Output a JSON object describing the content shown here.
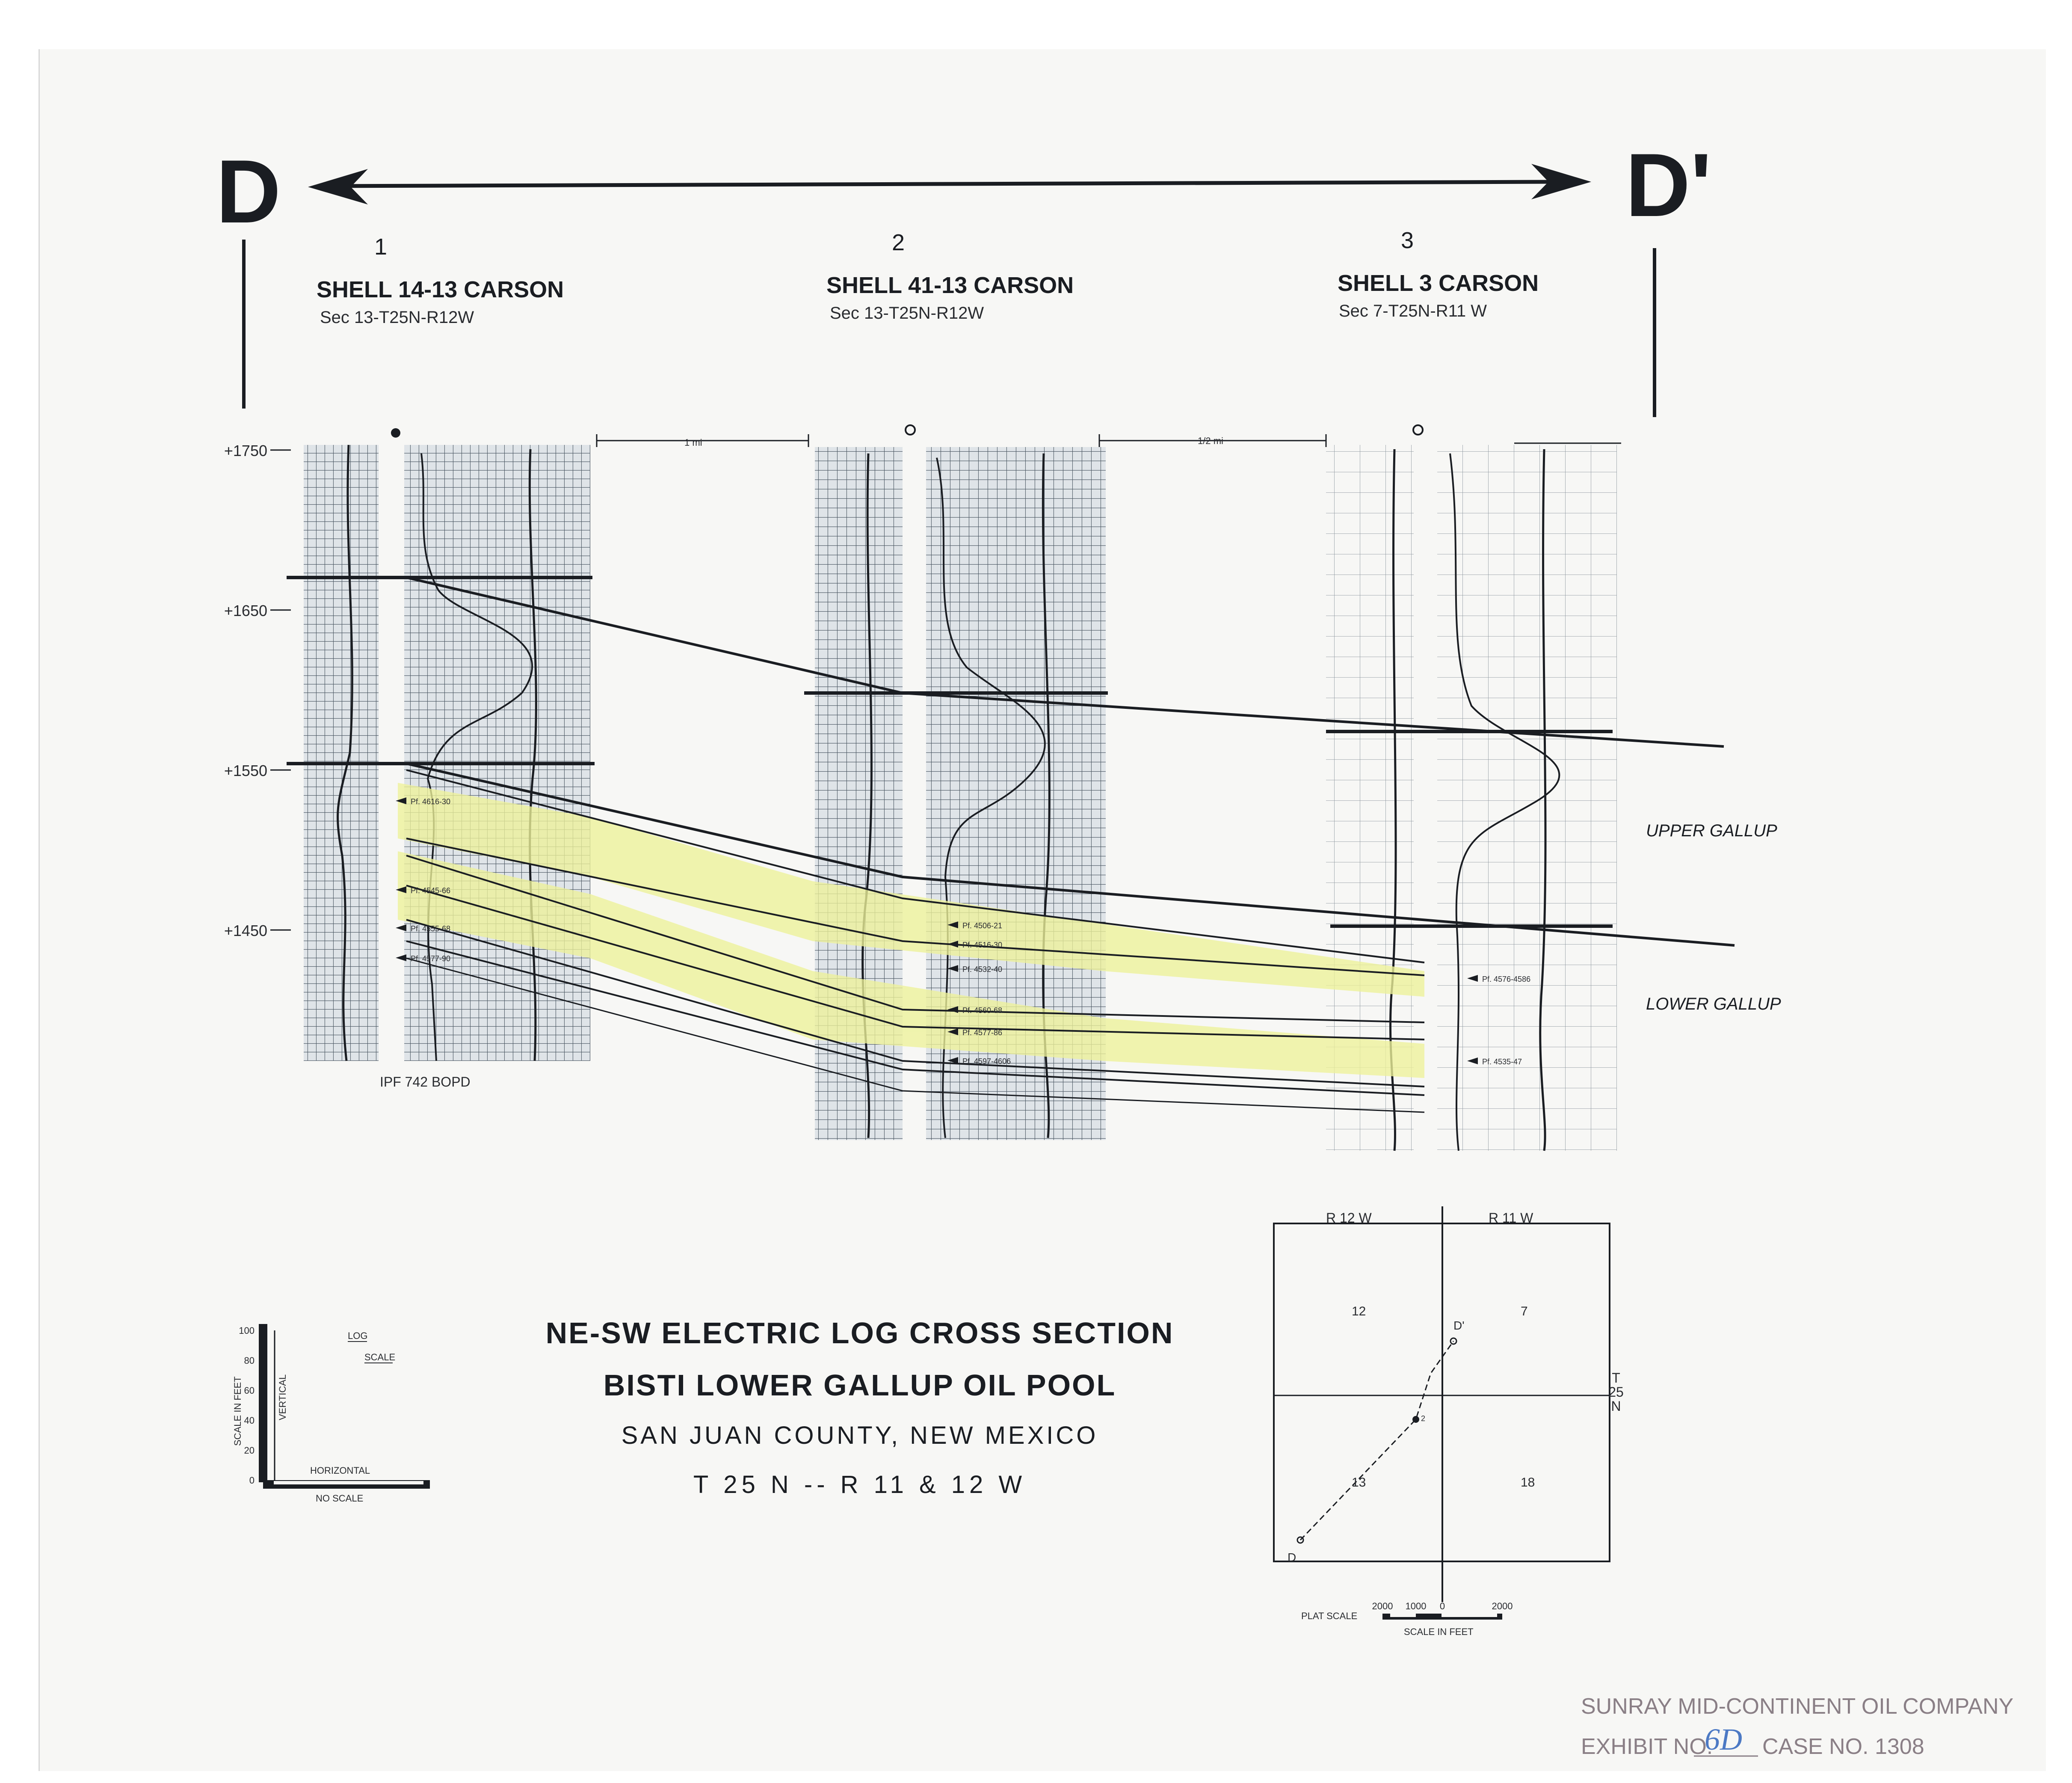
{
  "section": {
    "left_end": "D",
    "right_end": "D'"
  },
  "wells": [
    {
      "number": "1",
      "name": "SHELL 14-13 CARSON",
      "location": "Sec 13-T25N-R12W",
      "symbol": "filled",
      "perfs": [
        "Pf. 4616-30",
        "Pf. 4545-66",
        "Pf. 4555-68",
        "Pf. 4577-90"
      ],
      "ipf": "IPF 742 BOPD"
    },
    {
      "number": "2",
      "name": "SHELL 41-13 CARSON",
      "location": "Sec 13-T25N-R12W",
      "symbol": "open",
      "perfs": [
        "Pf. 4506-21",
        "Pf. 4516-30",
        "Pf. 4532-40",
        "Pf. 4560-68",
        "Pf. 4577-86",
        "Pf. 4597-4606"
      ]
    },
    {
      "number": "3",
      "name": "SHELL 3 CARSON",
      "location": "Sec 7-T25N-R11 W",
      "symbol": "open",
      "perfs": [
        "Pf. 4576-4586",
        "Pf. 4535-47"
      ]
    }
  ],
  "spacing": {
    "a": "1 mi",
    "b": "1/2 mi"
  },
  "depth_scale": {
    "ticks": [
      "+1750",
      "+1650",
      "+1550",
      "+1450"
    ],
    "values": [
      1750,
      1650,
      1550,
      1450
    ]
  },
  "zones": {
    "upper": "UPPER GALLUP",
    "lower": "LOWER GALLUP"
  },
  "title": {
    "line1": "NE-SW ELECTRIC LOG CROSS SECTION",
    "line2": "BISTI LOWER GALLUP OIL POOL",
    "line3": "SAN JUAN COUNTY, NEW MEXICO",
    "line4": "T 25 N -- R 11 & 12 W"
  },
  "scale_legend": {
    "axis": "SCALE IN FEET",
    "vertical": "VERTICAL",
    "ticks": [
      "0",
      "20",
      "40",
      "60",
      "80",
      "100"
    ],
    "log": "LOG",
    "log_scale": "SCALE",
    "horizontal": "HORIZONTAL",
    "no_scale": "NO SCALE"
  },
  "plat": {
    "range_left": "R 12 W",
    "range_right": "R 11 W",
    "township_t": "T",
    "township_num": "25",
    "township_n": "N",
    "sections": [
      "12",
      "7",
      "13",
      "18"
    ],
    "start": "D",
    "end": "D'",
    "well_labels": [
      "2"
    ],
    "plat_scale": "PLAT SCALE",
    "scale_ticks": [
      "2000",
      "1000",
      "0",
      "2000"
    ],
    "scale_units": "SCALE IN FEET"
  },
  "stamp": {
    "company": "SUNRAY MID-CONTINENT OIL COMPANY",
    "exhibit_label": "EXHIBIT NO.",
    "exhibit_no": "6D",
    "case_label": "CASE NO. 1308"
  },
  "colors": {
    "ink": "#1a1d22",
    "grid": "#4a5560",
    "yellow": "#eef29a",
    "stamp": "#8a7f86",
    "blue_ink": "#4c79c4"
  }
}
